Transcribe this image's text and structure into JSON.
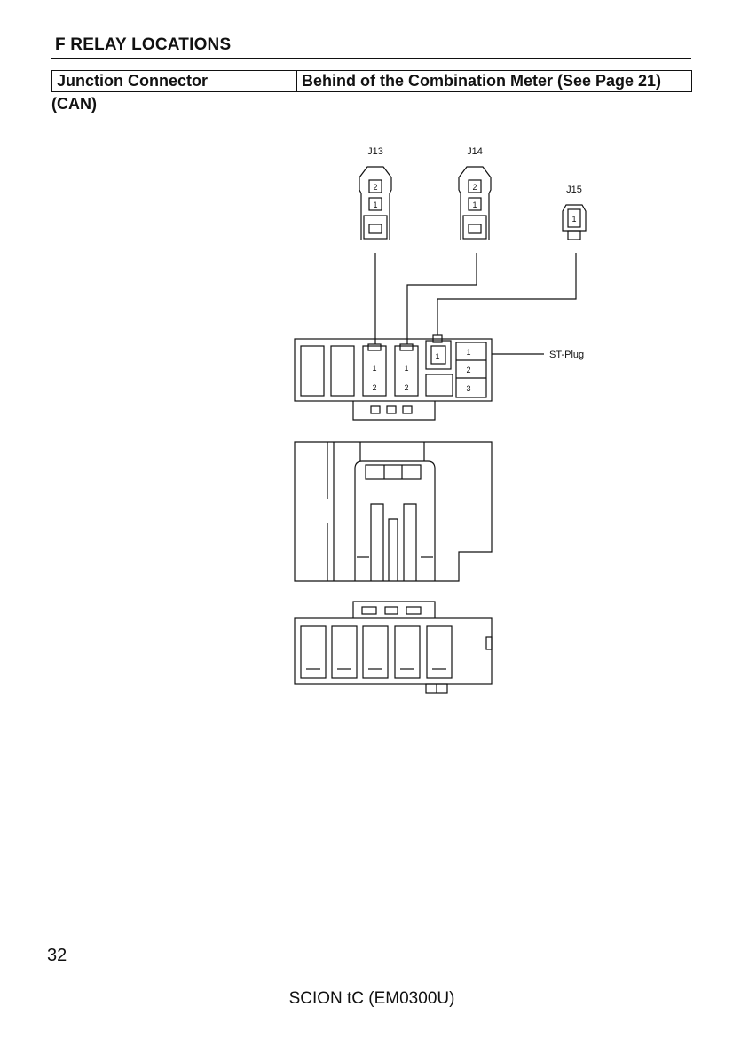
{
  "section": {
    "title": "F  RELAY LOCATIONS"
  },
  "table": {
    "col1": "Junction Connector",
    "col2": "Behind of the Combination Meter (See Page 21)"
  },
  "sub_label": "(CAN)",
  "diagram": {
    "connectors": {
      "j13": {
        "name": "J13",
        "pins": [
          "2",
          "1"
        ]
      },
      "j14": {
        "name": "J14",
        "pins": [
          "2",
          "1"
        ]
      },
      "j15": {
        "name": "J15",
        "pins": [
          "1"
        ]
      }
    },
    "block_pins": {
      "a1": "1",
      "a2": "2",
      "b1": "1",
      "b2": "2",
      "c1": "1",
      "d1": "1",
      "d2": "2",
      "d3": "3"
    },
    "st_plug_label": "ST-Plug"
  },
  "page_number": "32",
  "footer": "SCION tC (EM0300U)"
}
